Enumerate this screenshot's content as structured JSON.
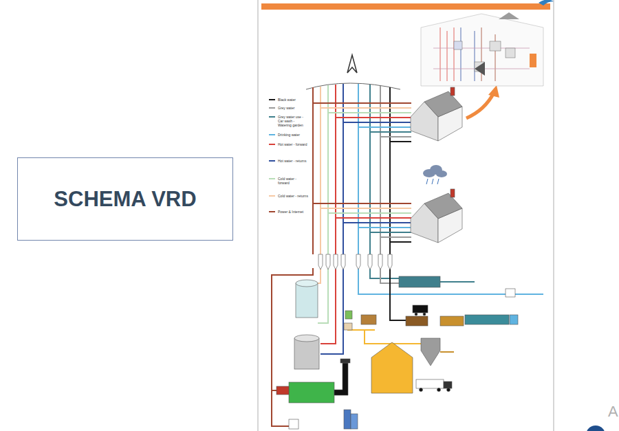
{
  "diagram": {
    "nodes": [
      {
        "text": [
          "SCHEMA VRD"
        ]
      }
    ],
    "edges": [],
    "labels": [
      "A"
    ],
    "legend": [
      {
        "text": "Black water",
        "color": "#1a1a1a"
      },
      {
        "text": "Grey water",
        "color": "#9a9a9a"
      },
      {
        "text": "Grey water use - Car wash - Watering garden",
        "color": "#3f7f8c"
      },
      {
        "text": "Drinking water",
        "color": "#5fb3e0"
      },
      {
        "text": "Hot water - forward",
        "color": "#d9413a"
      },
      {
        "text": "Hot water - returns",
        "color": "#2f4f9e"
      },
      {
        "text": "Cold water - forward",
        "color": "#b9ddb8"
      },
      {
        "text": "Cold water - returns",
        "color": "#f6c9a4"
      },
      {
        "text": "Power & Internet",
        "color": "#a0462f"
      }
    ]
  }
}
